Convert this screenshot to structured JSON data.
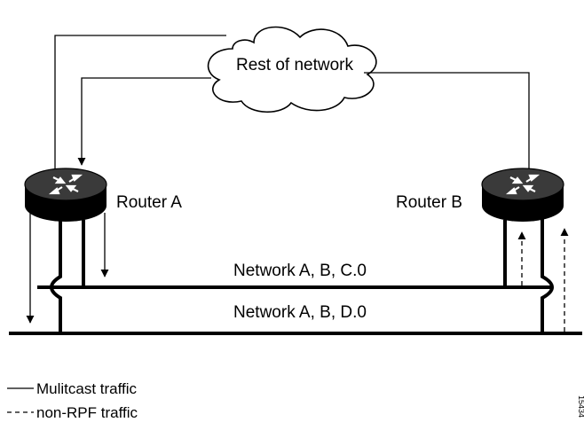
{
  "cloud": {
    "label": "Rest of network"
  },
  "routers": {
    "a": {
      "label": "Router A"
    },
    "b": {
      "label": "Router B"
    }
  },
  "networks": {
    "c": {
      "label": "Network A, B, C.0"
    },
    "d": {
      "label": "Network A, B, D.0"
    }
  },
  "legend": {
    "solid": {
      "label": "Mulitcast traffic"
    },
    "dashed": {
      "label": "non-RPF traffic"
    }
  },
  "figure_id": "15434",
  "colors": {
    "line": "#000000",
    "router_body": "#000000",
    "router_top": "#3a3a3a"
  }
}
